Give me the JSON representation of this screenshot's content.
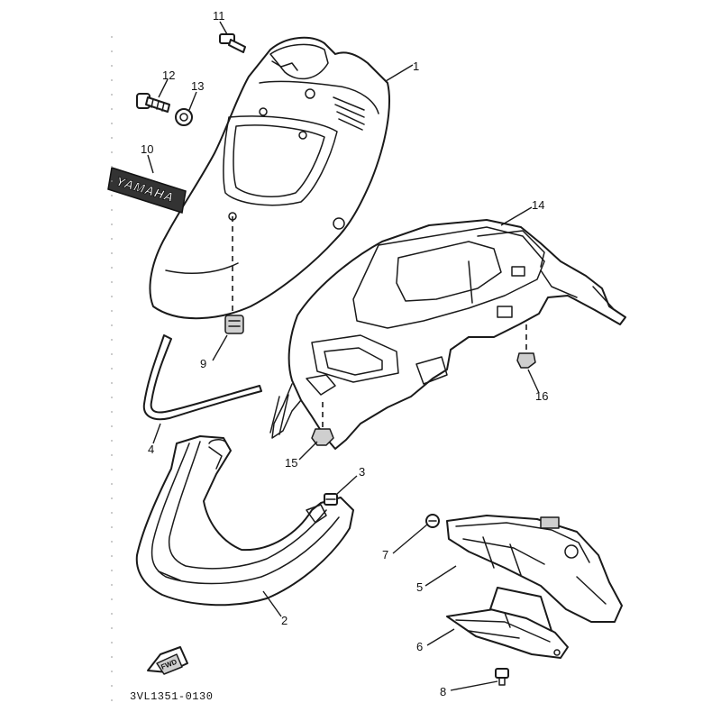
{
  "callouts": [
    {
      "id": "1",
      "label": "1"
    },
    {
      "id": "2",
      "label": "2"
    },
    {
      "id": "3",
      "label": "3"
    },
    {
      "id": "4",
      "label": "4"
    },
    {
      "id": "5",
      "label": "5"
    },
    {
      "id": "6",
      "label": "6"
    },
    {
      "id": "7",
      "label": "7"
    },
    {
      "id": "8",
      "label": "8"
    },
    {
      "id": "9",
      "label": "9"
    },
    {
      "id": "10",
      "label": "10"
    },
    {
      "id": "11",
      "label": "11"
    },
    {
      "id": "12",
      "label": "12"
    },
    {
      "id": "13",
      "label": "13"
    },
    {
      "id": "14",
      "label": "14"
    },
    {
      "id": "15",
      "label": "15"
    },
    {
      "id": "16",
      "label": "16"
    }
  ],
  "emblem_text": "YAMAHA",
  "direction_arrow_text": "FWD",
  "diagram_code": "3VL1351-0130"
}
